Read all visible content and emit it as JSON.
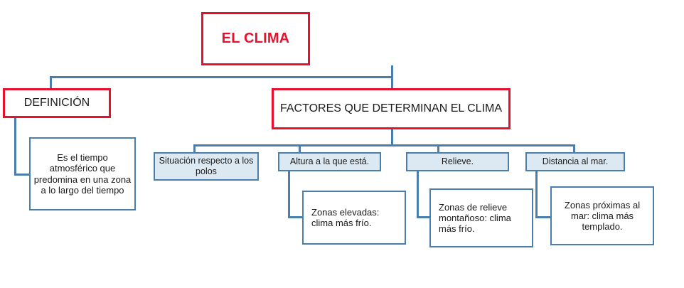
{
  "diagram": {
    "title_node": {
      "text": "EL CLIMA"
    },
    "branches": [
      {
        "text": "DEFINICIÓN"
      },
      {
        "text": "FACTORES QUE DETERMINAN EL CLIMA"
      }
    ],
    "definition_detail": {
      "text": "Es el tiempo atmosférico que predomina en una zona a lo largo del tiempo"
    },
    "factors": [
      {
        "text": "Situación respecto a los polos"
      },
      {
        "text": "Altura a la que está."
      },
      {
        "text": "Relieve."
      },
      {
        "text": "Distancia al mar."
      }
    ],
    "factor_details": [
      {
        "text": "Zonas elevadas: clima más frío."
      },
      {
        "text": "Zonas de relieve montañoso: clima más frío."
      },
      {
        "text": "Zonas próximas al mar: clima más templado."
      }
    ],
    "colors": {
      "red_border": "#E8112D",
      "blue_border": "#4A7EAD",
      "blue_fill": "#DCE9F2",
      "white_fill": "#FFFFFF",
      "text": "#1A1A1A"
    }
  }
}
